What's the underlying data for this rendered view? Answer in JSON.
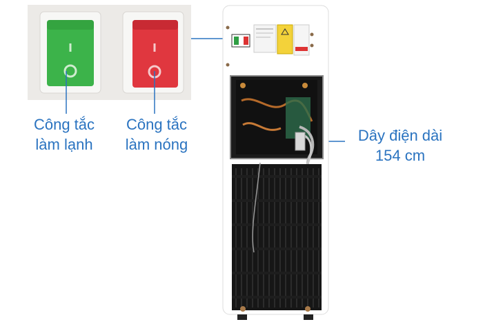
{
  "callouts": {
    "cooling_switch": {
      "line1": "Công tắc",
      "line2": "làm lạnh"
    },
    "heating_switch": {
      "line1": "Công tắc",
      "line2": "làm nóng"
    },
    "power_cord": {
      "line1": "Dây điện dài",
      "line2": "154 cm"
    }
  },
  "switches": {
    "cooling": {
      "color": "#3cb34a",
      "state_symbol_top": "I",
      "state_symbol_bottom": "O"
    },
    "heating": {
      "color": "#e0373f",
      "state_symbol_top": "I",
      "state_symbol_bottom": "O"
    }
  },
  "colors": {
    "label_text": "#2a73c0",
    "leader_line": "#2a73c0",
    "panel_background": "#eceae7",
    "dispenser_body": "#ffffff"
  },
  "icons": [
    "rocker-switch-icon",
    "italian-flag-icon",
    "warning-label-icon"
  ]
}
